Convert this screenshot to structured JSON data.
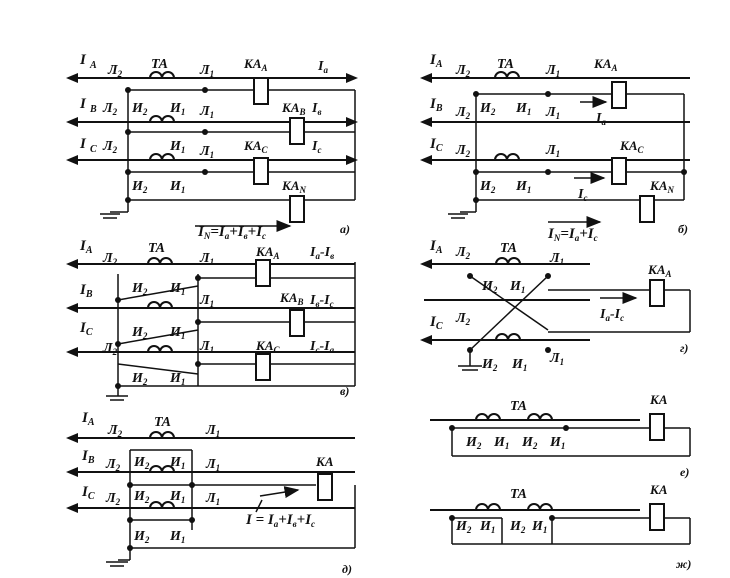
{
  "phase_currents": [
    "I",
    "I",
    "I"
  ],
  "phase_subscripts": [
    "A",
    "B",
    "C"
  ],
  "terminals": {
    "L1": "Л",
    "L2": "Л",
    "I1": "И",
    "I2": "И",
    "s1": "1",
    "s2": "2"
  },
  "ct_label": "ТА",
  "relay_label": "КА",
  "relay_subscripts": {
    "a": "A",
    "b": "B",
    "c": "C",
    "n": "N"
  },
  "cur_labels": {
    "a": "I",
    "a_sub": "a",
    "b": "I",
    "b_sub": "в",
    "c": "I",
    "c_sub": "c"
  },
  "formulas": {
    "a_main": "I",
    "a_sub": "N",
    "a_rhs": "=I",
    "a_rhs_parts": [
      "a",
      "+I",
      "в",
      "+I",
      "c"
    ],
    "d_main": "I = I",
    "ab": "I",
    "ab_sub": "a",
    "ab_minus": "-I",
    "ab_sub2": "в",
    "bc_sub": "в",
    "bc_sub2": "c",
    "ca_sub": "c",
    "ca_sub2": "a",
    "g_sub": "a",
    "g_sub2": "c"
  },
  "captions": {
    "a": "а)",
    "b": "б)",
    "v": "в)",
    "g": "г)",
    "d": "д)",
    "e": "е)",
    "zh": "ж)"
  }
}
